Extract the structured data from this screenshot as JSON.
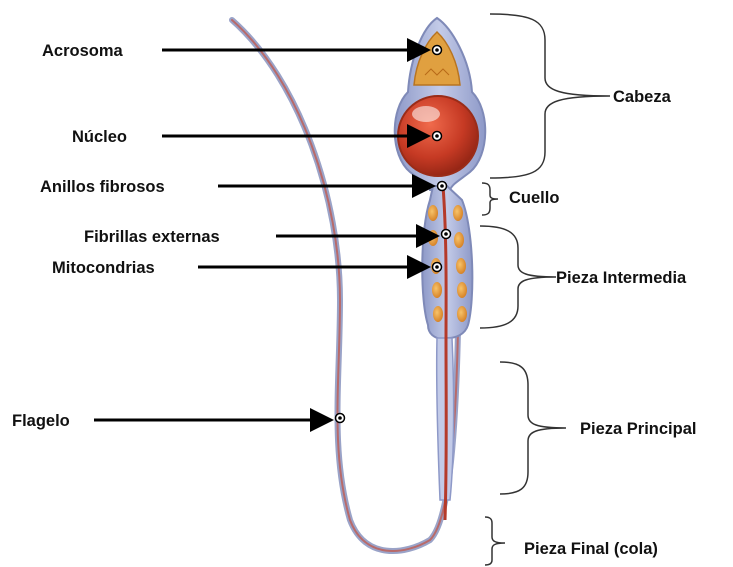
{
  "labels": {
    "acrosoma": "Acrosoma",
    "nucleo": "Núcleo",
    "anillos": "Anillos fibrosos",
    "fibrillas": "Fibrillas externas",
    "mitocondrias": "Mitocondrias",
    "flagelo": "Flagelo"
  },
  "regions": {
    "cabeza": "Cabeza",
    "cuello": "Cuello",
    "pieza_intermedia": "Pieza Intermedia",
    "pieza_principal": "Pieza Principal",
    "pieza_final": "Pieza Final (cola)"
  },
  "colors": {
    "membrane": "#a9b3d8",
    "nucleus": "#c63a24",
    "acrosome": "#e0a040",
    "mitochondria": "#e39a3c",
    "axoneme": "#b53a2a",
    "tail": "#b89090"
  }
}
